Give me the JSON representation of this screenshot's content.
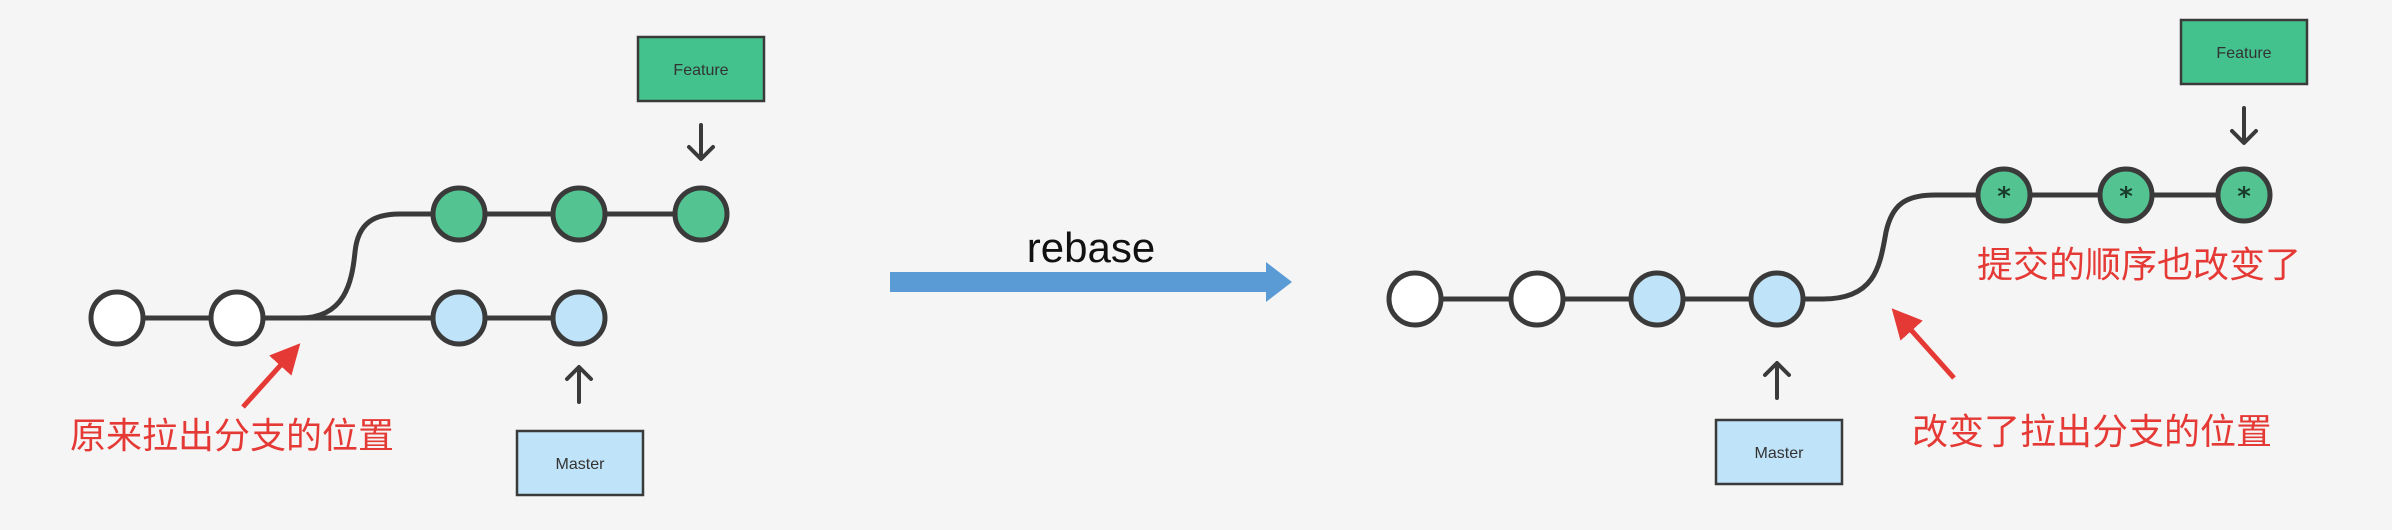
{
  "colors": {
    "background": "#f5f5f5",
    "feature_fill": "#52c391",
    "master_fill": "#bfe3f8",
    "base_fill": "#ffffff",
    "feature_box_fill": "#44c28d",
    "master_box_fill": "#bfe3f8",
    "annotation_red": "#e53935",
    "rebase_arrow": "#5b9bd5"
  },
  "before": {
    "feature_label": "Feature",
    "master_label": "Master",
    "annotation": "原来拉出分支的位置"
  },
  "transition": {
    "label": "rebase"
  },
  "after": {
    "feature_label": "Feature",
    "master_label": "Master",
    "annotation_branch_point": "改变了拉出分支的位置",
    "annotation_order": "提交的顺序也改变了"
  }
}
